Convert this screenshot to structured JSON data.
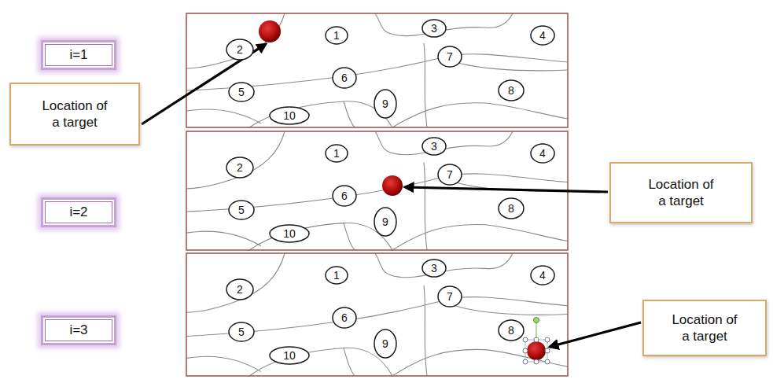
{
  "diagram": {
    "nodes": [
      {
        "text": [
          "i=1"
        ]
      },
      {
        "text": [
          "Location of a target"
        ]
      },
      {
        "text": [
          "2"
        ]
      },
      {
        "text": [
          "1"
        ]
      },
      {
        "text": [
          "3"
        ]
      },
      {
        "text": [
          "4"
        ]
      },
      {
        "text": [
          "7"
        ]
      },
      {
        "text": [
          "5"
        ]
      },
      {
        "text": [
          "6"
        ]
      },
      {
        "text": [
          "8"
        ]
      },
      {
        "text": [
          "10"
        ]
      },
      {
        "text": [
          "9"
        ]
      },
      {
        "text": [
          "i=2"
        ]
      },
      {
        "text": [
          "2"
        ]
      },
      {
        "text": [
          "1"
        ]
      },
      {
        "text": [
          "3"
        ]
      },
      {
        "text": [
          "4"
        ]
      },
      {
        "text": [
          "7"
        ]
      },
      {
        "text": [
          "5"
        ]
      },
      {
        "text": [
          "6"
        ]
      },
      {
        "text": [
          "8"
        ]
      },
      {
        "text": [
          "10"
        ]
      },
      {
        "text": [
          "9"
        ]
      },
      {
        "text": [
          "Location of a target"
        ]
      },
      {
        "text": [
          "i=3"
        ]
      },
      {
        "text": [
          "2"
        ]
      },
      {
        "text": [
          "1"
        ]
      },
      {
        "text": [
          "3"
        ]
      },
      {
        "text": [
          "4"
        ]
      },
      {
        "text": [
          "7"
        ]
      },
      {
        "text": [
          "5"
        ]
      },
      {
        "text": [
          "6"
        ]
      },
      {
        "text": [
          "8"
        ]
      },
      {
        "text": [
          "10"
        ]
      },
      {
        "text": [
          "9"
        ]
      },
      {
        "text": [
          "Location of a target"
        ]
      }
    ]
  }
}
